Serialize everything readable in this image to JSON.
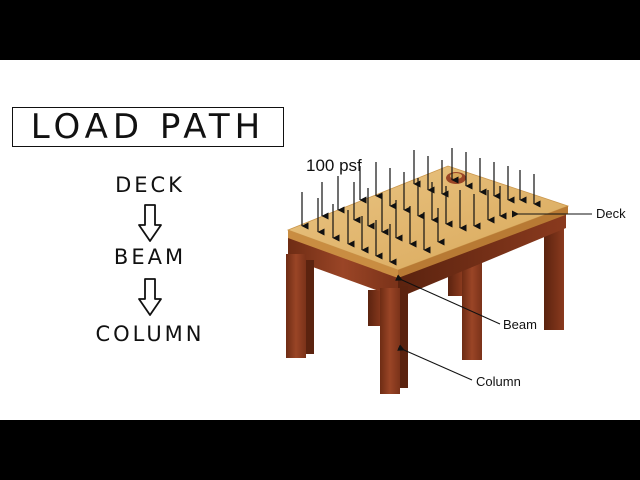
{
  "title": "LOAD PATH",
  "flow": {
    "step1": "DECK",
    "step2": "BEAM",
    "step3": "COLUMN"
  },
  "load": {
    "label": "100 psf"
  },
  "callouts": {
    "deck": "Deck",
    "beam": "Beam",
    "column": "Column"
  },
  "colors": {
    "deck": "#e0b56a",
    "wood": "#8a3a1e",
    "background": "#ffffff",
    "letterbox": "#000000"
  }
}
